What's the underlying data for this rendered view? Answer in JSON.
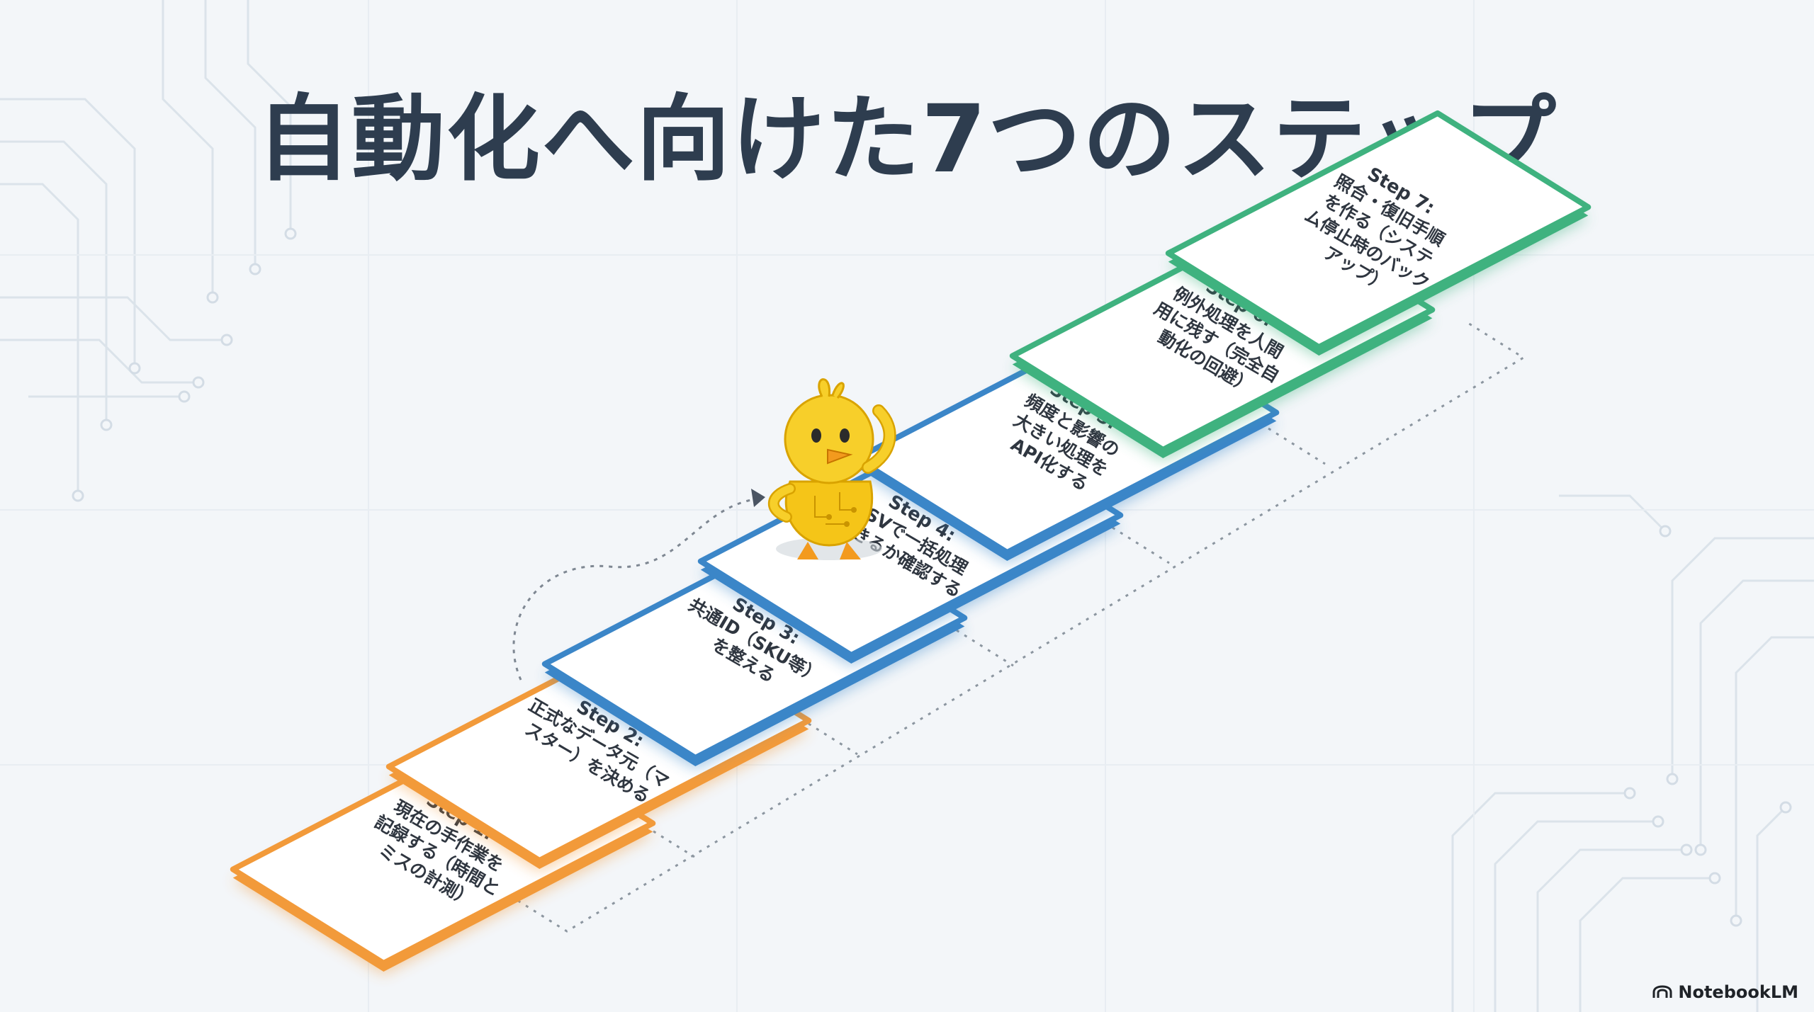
{
  "title": "自動化へ向けた7つのステップ",
  "steps": [
    {
      "label": "Step 1:",
      "desc": [
        "現在の手作業を",
        "記録する（時間と",
        "ミスの計測）"
      ],
      "color": "#f29a3a"
    },
    {
      "label": "Step 2:",
      "desc": [
        "正式なデータ元（マ",
        "スター）を決める"
      ],
      "color": "#f29a3a"
    },
    {
      "label": "Step 3:",
      "desc": [
        "共通ID（SKU等）",
        "を整える"
      ],
      "color": "#3b86c8"
    },
    {
      "label": "Step 4:",
      "desc": [
        "CSVで一括処理",
        "できるか確認する"
      ],
      "color": "#3b86c8"
    },
    {
      "label": "Step 5:",
      "desc": [
        "頻度と影響の",
        "大きい処理を",
        "API化する"
      ],
      "color": "#3b86c8"
    },
    {
      "label": "Step 6:",
      "desc": [
        "例外処理を人間",
        "用に残す（完全自",
        "動化の回避）"
      ],
      "color": "#3fb27f"
    },
    {
      "label": "Step 7:",
      "desc": [
        "照合・復旧手順",
        "を作る（システ",
        "ム停止時のバック",
        "アップ）"
      ],
      "color": "#3fb27f"
    }
  ],
  "colors": {
    "background": "#f3f6f9",
    "title": "#2e3d4f",
    "orange": "#f29a3a",
    "blue": "#3b86c8",
    "green": "#3fb27f"
  },
  "mascot": {
    "icon": "yellow-chick-robot-icon"
  },
  "brand": {
    "label": "NotebookLM",
    "icon": "notebooklm-logo-icon"
  }
}
